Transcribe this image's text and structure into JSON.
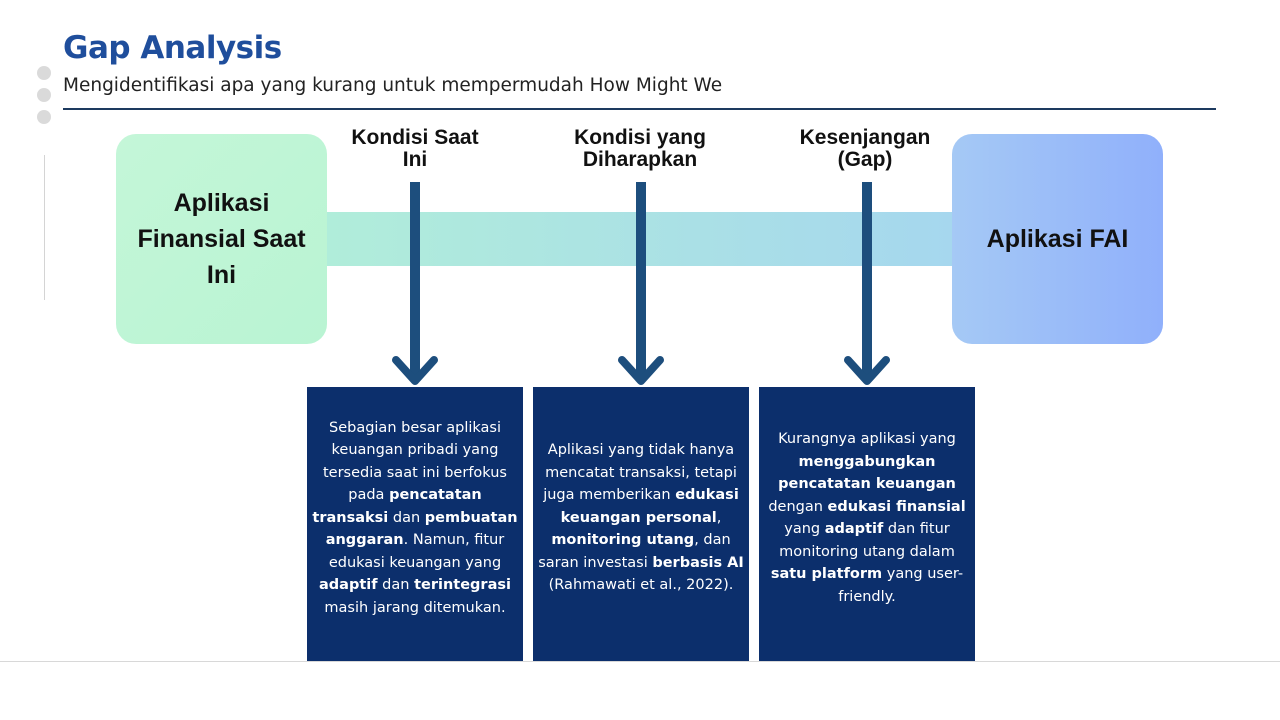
{
  "header": {
    "title": "Gap Analysis",
    "subtitle": "Mengidentifikasi apa yang kurang untuk mempermudah How Might We"
  },
  "left_box": {
    "line1": "Aplikasi",
    "line2": "Finansial Saat",
    "line3": "Ini"
  },
  "right_box": {
    "label": "Aplikasi FAI"
  },
  "columns": [
    {
      "label_line1": "Kondisi Saat",
      "label_line2": "Ini",
      "text": {
        "t1": "Sebagian besar aplikasi keuangan pribadi yang tersedia saat ini berfokus pada ",
        "b1": "pencatatan transaksi",
        "t2": " dan ",
        "b2": "pembuatan anggaran",
        "t3": ". Namun, fitur edukasi keuangan yang ",
        "b3": "adaptif",
        "t4": " dan ",
        "b4": "terintegrasi",
        "t5": " masih jarang ditemukan."
      }
    },
    {
      "label_line1": "Kondisi yang",
      "label_line2": "Diharapkan",
      "text": {
        "t1": "Aplikasi yang tidak hanya mencatat transaksi, tetapi juga memberikan ",
        "b1": "edukasi keuangan personal",
        "t2": ", ",
        "b2": "monitoring utang",
        "t3": ", dan saran investasi ",
        "b3": "berbasis AI",
        "t4": " (Rahmawati et al., 2022)."
      }
    },
    {
      "label_line1": "Kesenjangan",
      "label_line2": "(Gap)",
      "text": {
        "t1": "Kurangnya aplikasi yang ",
        "b1": "menggabungkan pencatatan keuangan",
        "t2": " dengan ",
        "b2": "edukasi finansial",
        "t3": " yang ",
        "b3": "adaptif",
        "t4": " dan fitur monitoring utang dalam ",
        "b4": "satu platform",
        "t5": " yang user-friendly."
      }
    }
  ],
  "colors": {
    "title": "#1f4e9c",
    "card_bg": "#0c2f6c",
    "arrow": "#1d4e7d",
    "left_box": "#c4f6d8",
    "right_box": "#90b0fb"
  },
  "icons": {
    "arrow": "arrow-down-icon"
  }
}
